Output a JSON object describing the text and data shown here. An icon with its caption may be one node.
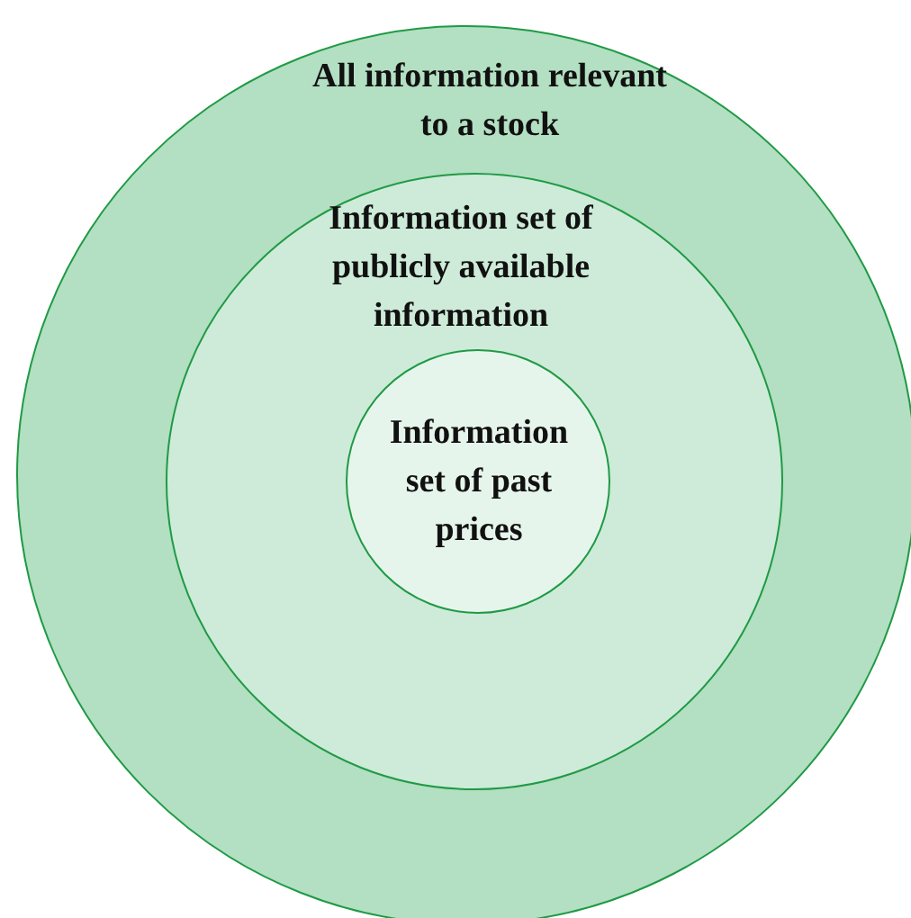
{
  "diagram": {
    "nodes": [
      {
        "text": [
          "All information relevant to a stock"
        ]
      },
      {
        "text": [
          "Information set of publicly available information"
        ],
        "in": 0
      },
      {
        "text": [
          "Information set of past prices"
        ],
        "in": 1
      }
    ]
  }
}
